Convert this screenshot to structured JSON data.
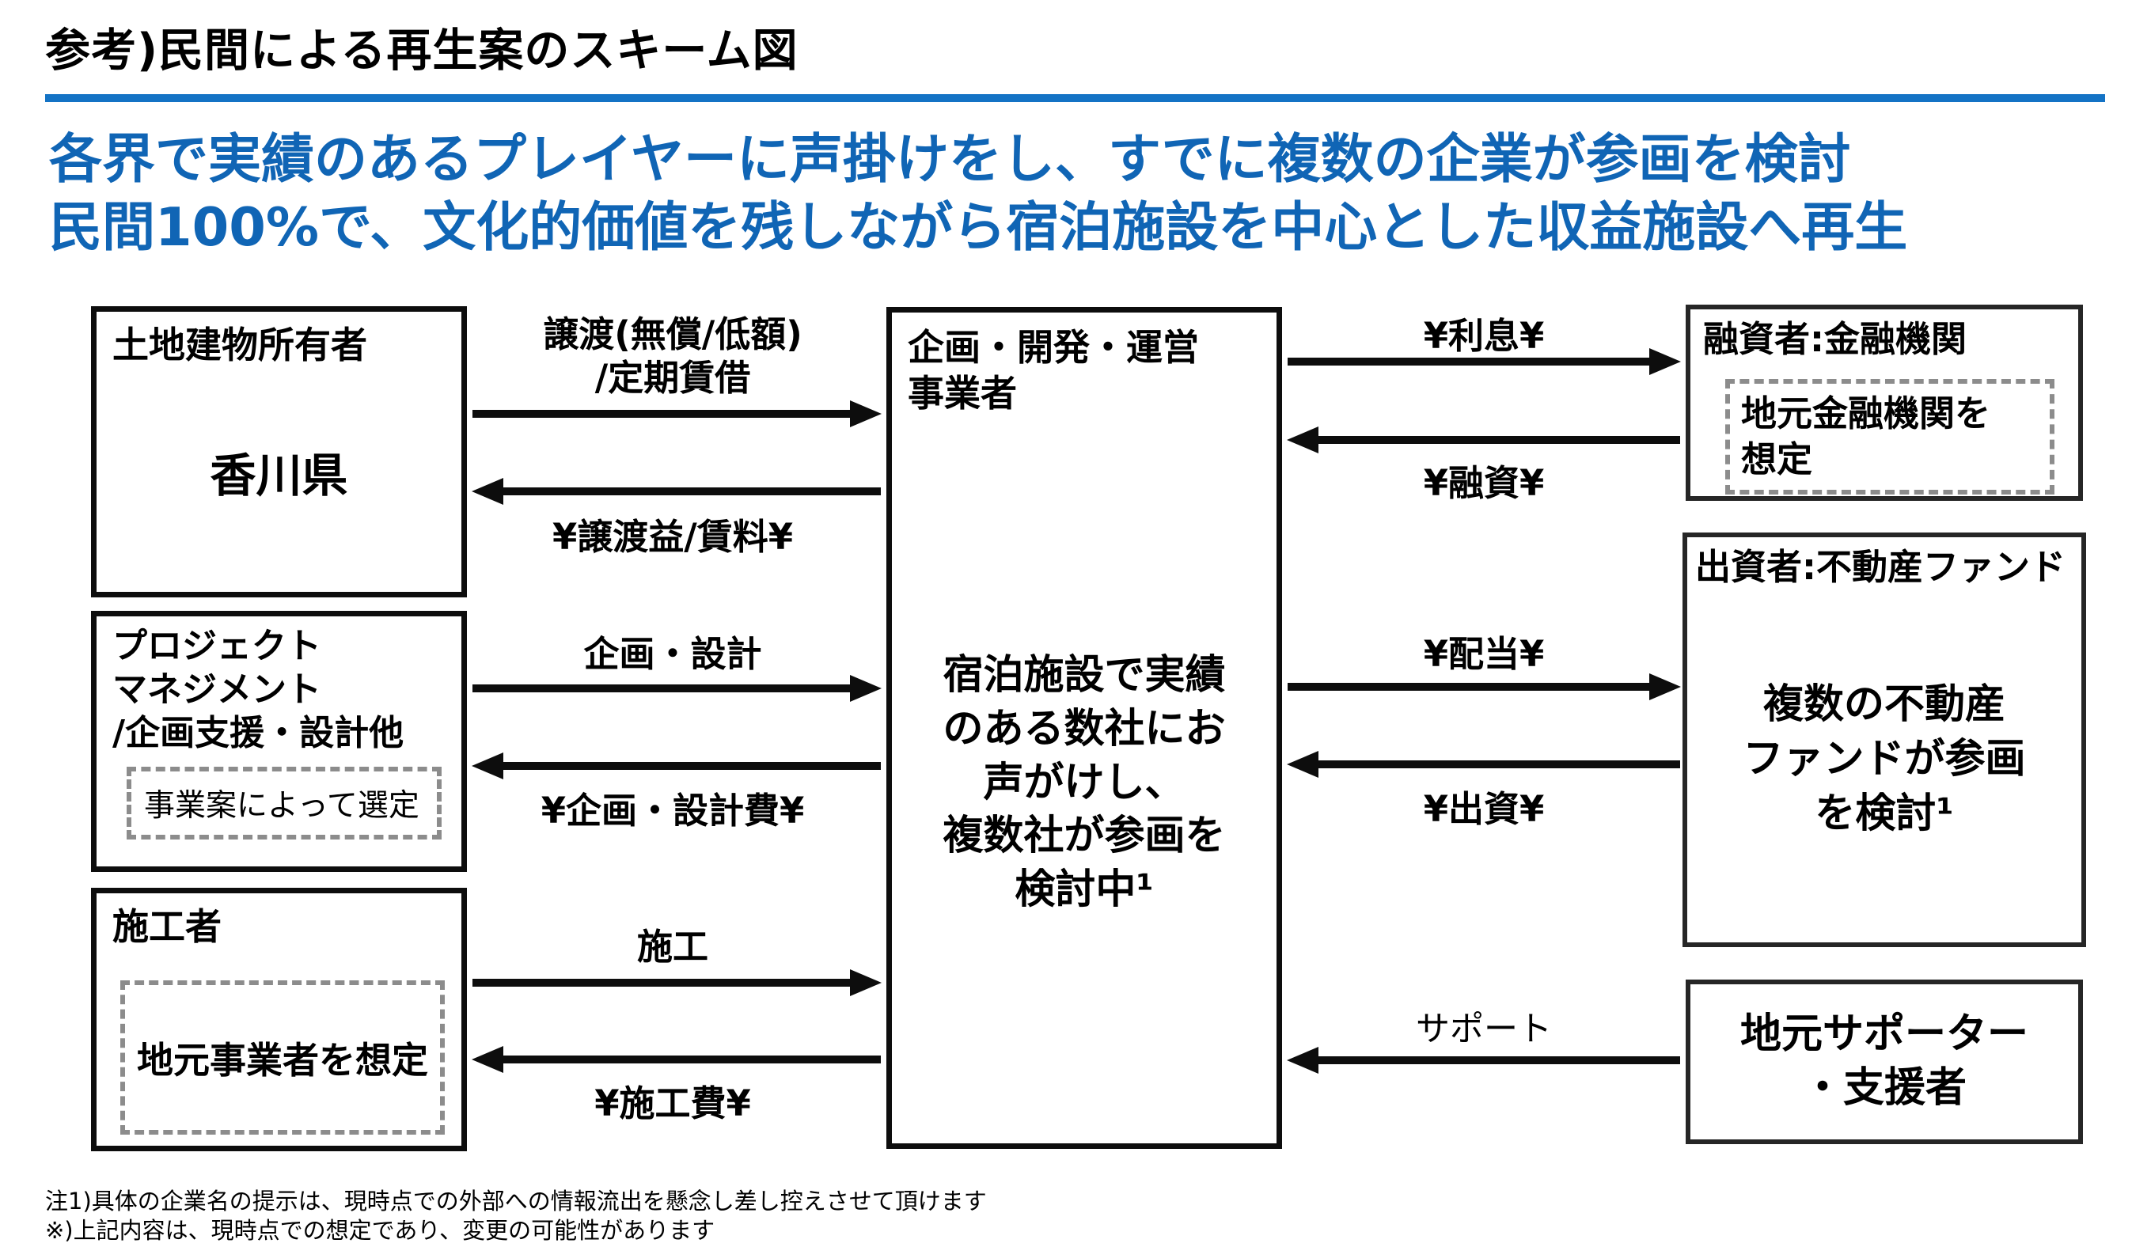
{
  "page": {
    "title": "参考)民間による再生案のスキーム図",
    "headline_line1": "各界で実績のあるプレイヤーに声掛けをし、すでに複数の企業が参画を検討",
    "headline_line2": "民間100%で、文化的価値を残しながら宿泊施設を中心とした収益施設へ再生",
    "footnote1": "注1)具体の企業名の提示は、現時点での外部への情報流出を懸念し差し控えさせて頂けます",
    "footnote2": "※)上記内容は、現時点での想定であり、変更の可能性があります"
  },
  "colors": {
    "title_rule_blue": "#1473c5",
    "headline_blue": "#1065b5",
    "line_black": "#0d0d0d",
    "dashed_gray": "#8c8c8c"
  },
  "diagram": {
    "boxes": {
      "owner": {
        "title": "土地建物所有者",
        "body": "香川県"
      },
      "pm": {
        "title_line1": "プロジェクト",
        "title_line2": "マネジメント",
        "title_line3": "/企画支援・設計他",
        "dashed_note": "事業案によって選定"
      },
      "builder": {
        "title": "施工者",
        "dashed_note": "地元事業者を想定"
      },
      "operator": {
        "title_line1": "企画・開発・運営",
        "title_line2": "事業者",
        "body_line1": "宿泊施設で実績",
        "body_line2": "のある数社にお",
        "body_line3": "声がけし、",
        "body_line4": "複数社が参画を",
        "body_line5": "検討中¹"
      },
      "lender": {
        "title": "融資者:金融機関",
        "dashed_note_line1": "地元金融機関を",
        "dashed_note_line2": "想定"
      },
      "investor": {
        "title": "出資者:不動産ファンド",
        "body_line1": "複数の不動産",
        "body_line2": "ファンドが参画",
        "body_line3": "を検討¹"
      },
      "supporter": {
        "body_line1": "地元サポーター",
        "body_line2": "・支援者"
      }
    },
    "arrows": {
      "transfer": {
        "label_line1": "譲渡(無償/低額)",
        "label_line2": "/定期賃借",
        "direction": "right"
      },
      "transfer_gain": {
        "label": "¥譲渡益/賃料¥",
        "direction": "left"
      },
      "planning": {
        "label": "企画・設計",
        "direction": "right"
      },
      "planning_fee": {
        "label": "¥企画・設計費¥",
        "direction": "left"
      },
      "construction": {
        "label": "施工",
        "direction": "right"
      },
      "construction_fee": {
        "label": "¥施工費¥",
        "direction": "left"
      },
      "interest": {
        "label": "¥利息¥",
        "direction": "right"
      },
      "loan": {
        "label": "¥融資¥",
        "direction": "left"
      },
      "dividend": {
        "label": "¥配当¥",
        "direction": "right"
      },
      "equity": {
        "label": "¥出資¥",
        "direction": "left"
      },
      "support": {
        "label": "サポート",
        "direction": "left"
      }
    }
  }
}
